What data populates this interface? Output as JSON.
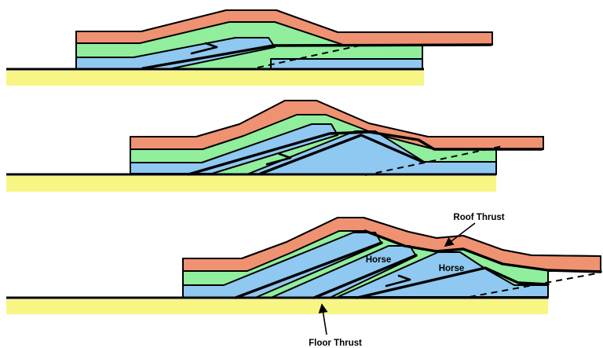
{
  "diagram": {
    "background_color": "#FFFFFF",
    "outline_color": "#000000",
    "layer_colors": {
      "salmon": "#EF9272",
      "green": "#90EE9C",
      "blue": "#8FC8F0",
      "yellow": "#F7F584"
    },
    "labels": {
      "roof_thrust": "Roof Thrust",
      "floor_thrust": "Floor Thrust",
      "horse_upper": "Horse",
      "horse_lower": "Horse"
    }
  }
}
